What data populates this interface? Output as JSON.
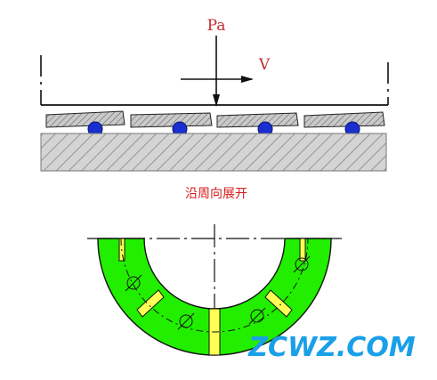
{
  "labels": {
    "force": "Pa",
    "velocity": "V",
    "caption": "沿周向展开"
  },
  "watermark": {
    "text": "ZCWZ.COM"
  },
  "colors": {
    "pad_fill": "#22ee00",
    "spacer_fill": "#ffff55",
    "ball_fill": "#1a2fd0",
    "caption_red": "#d81a1a",
    "label_red": "#c02a2a",
    "watermark_blue": "#1aa0e8",
    "hatch_gray": "#8a8a8a",
    "line_black": "#111111"
  }
}
